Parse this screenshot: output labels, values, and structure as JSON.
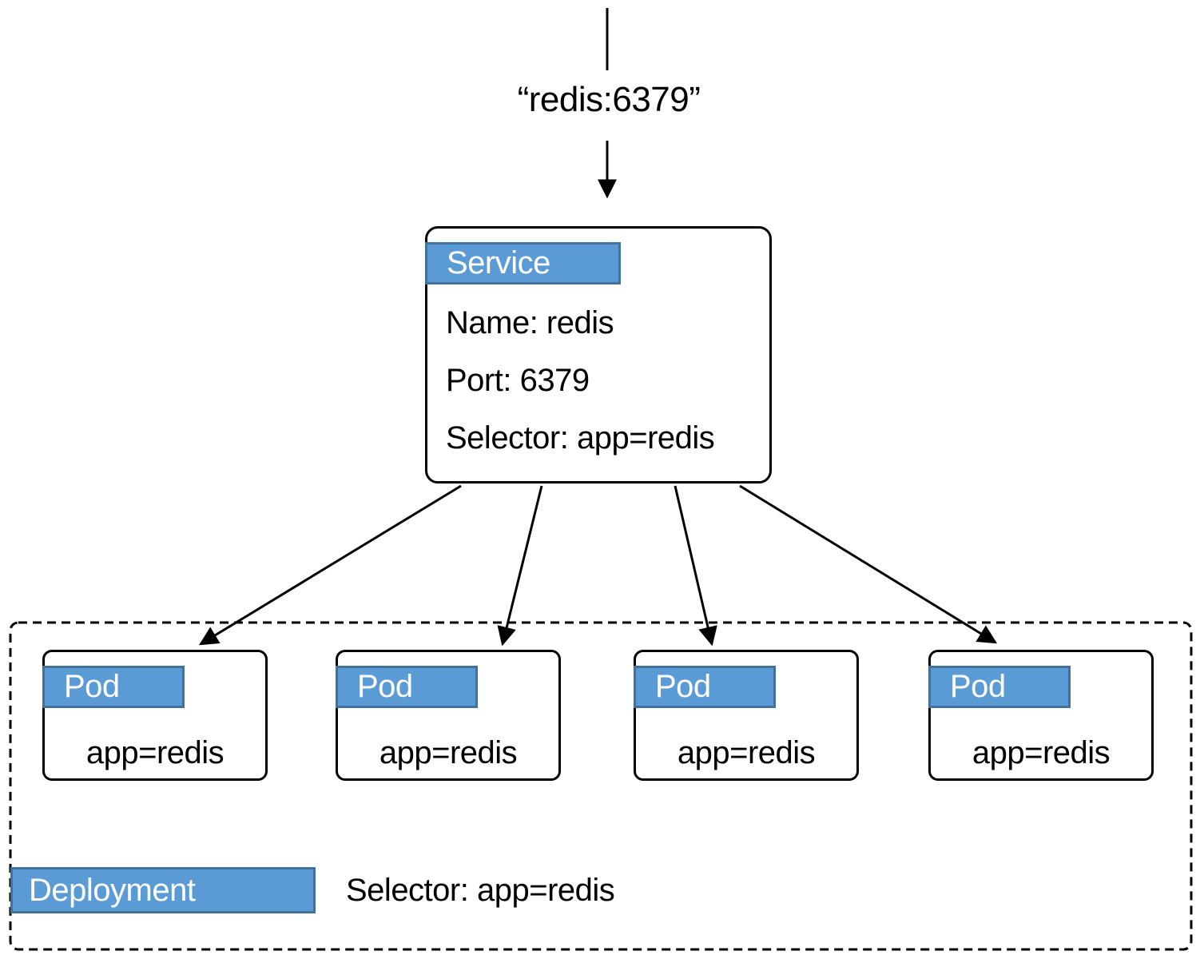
{
  "colors": {
    "accent_fill": "#5b9bd5",
    "accent_border": "#41719c",
    "line": "#000000",
    "background": "#ffffff"
  },
  "ingress": {
    "label": "“redis:6379”"
  },
  "service": {
    "tag": "Service",
    "name_line": "Name: redis",
    "port_line": "Port: 6379",
    "selector_line": "Selector: app=redis"
  },
  "pods": [
    {
      "tag": "Pod",
      "label": "app=redis"
    },
    {
      "tag": "Pod",
      "label": "app=redis"
    },
    {
      "tag": "Pod",
      "label": "app=redis"
    },
    {
      "tag": "Pod",
      "label": "app=redis"
    }
  ],
  "deployment": {
    "tag": "Deployment",
    "selector": "Selector: app=redis"
  }
}
